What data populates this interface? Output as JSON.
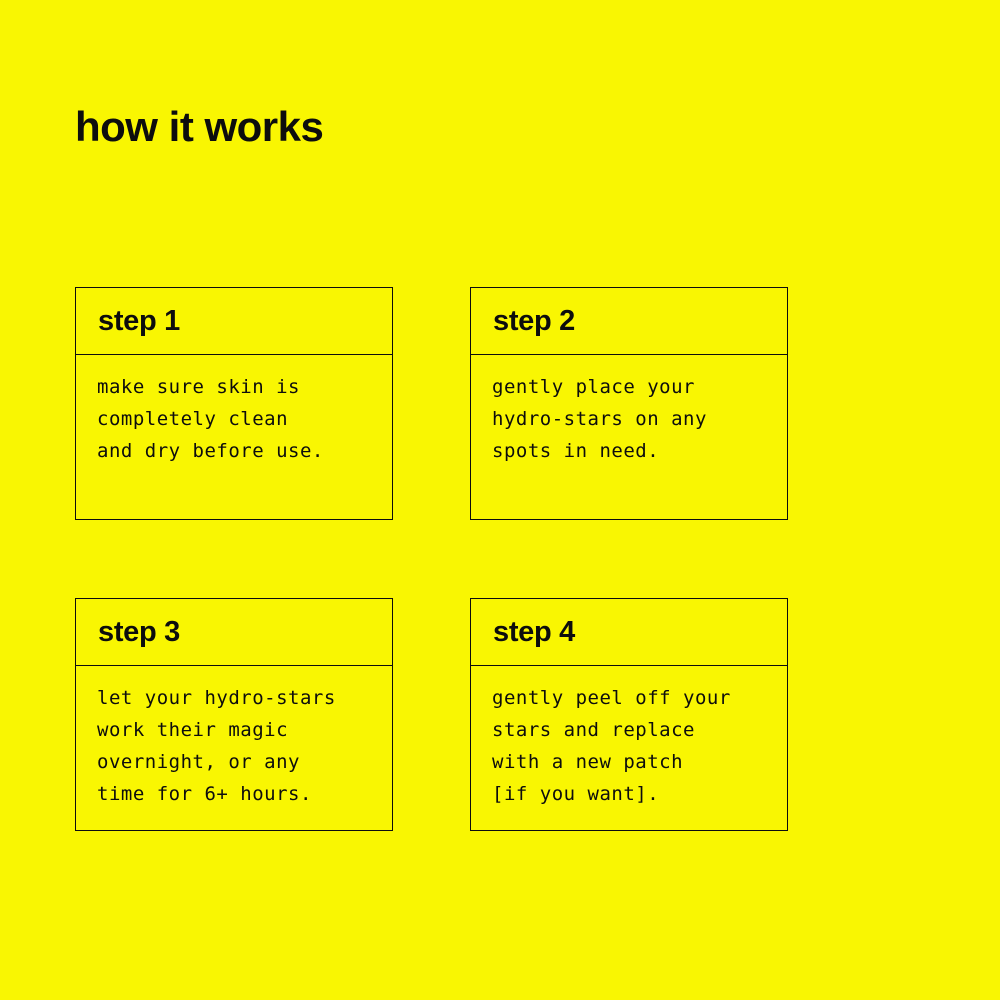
{
  "page": {
    "background_color": "#F9F602",
    "text_color": "#0d0d0d",
    "title": "how it works"
  },
  "steps": [
    {
      "label": "step 1",
      "body": "make sure skin is\ncompletely clean\nand dry before use."
    },
    {
      "label": "step 2",
      "body": "gently place your\nhydro-stars on any\nspots in need."
    },
    {
      "label": "step 3",
      "body": "let your hydro-stars\nwork their magic\novernight, or any\ntime for 6+ hours."
    },
    {
      "label": "step 4",
      "body": "gently peel off your\nstars and replace\nwith a new patch\n[if you want]."
    }
  ]
}
